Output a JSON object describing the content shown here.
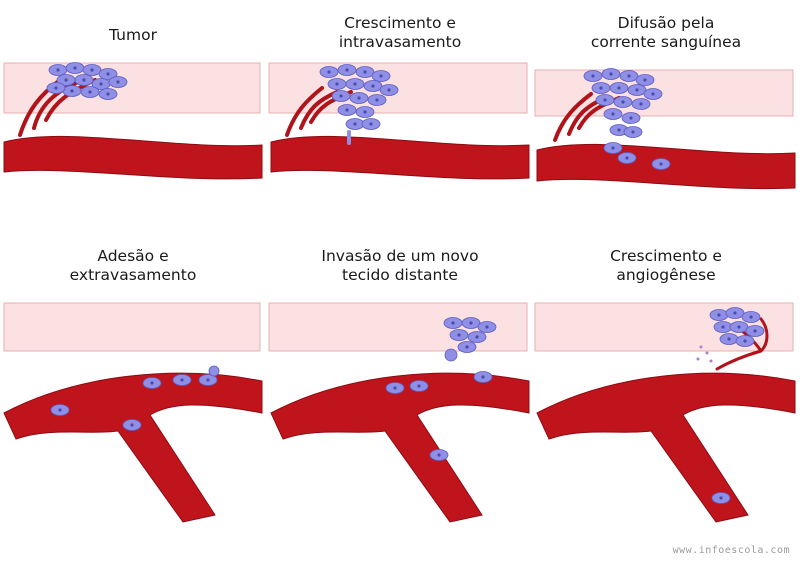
{
  "panels": [
    {
      "id": "tumor",
      "title_lines": [
        "Tumor"
      ]
    },
    {
      "id": "growth-intravasation",
      "title_lines": [
        "Crescimento e",
        "intravasamento"
      ]
    },
    {
      "id": "bloodstream-spread",
      "title_lines": [
        "Difusão pela",
        "corrente sanguínea"
      ]
    },
    {
      "id": "adhesion-extravasation",
      "title_lines": [
        "Adesão e",
        "extravasamento"
      ]
    },
    {
      "id": "distant-invasion",
      "title_lines": [
        "Invasão de um novo",
        "tecido distante"
      ]
    },
    {
      "id": "growth-angiogenesis",
      "title_lines": [
        "Crescimento e",
        "angiogênese"
      ]
    }
  ],
  "watermark": "www.infoescola.com",
  "colors": {
    "tissue_fill": "#fbe1e2",
    "tissue_stroke": "#e6b0b2",
    "vessel": "#c0141c",
    "vessel_dark": "#8c0c12",
    "cell_fill": "#8f8fe6",
    "cell_stroke": "#5c5cc4"
  }
}
